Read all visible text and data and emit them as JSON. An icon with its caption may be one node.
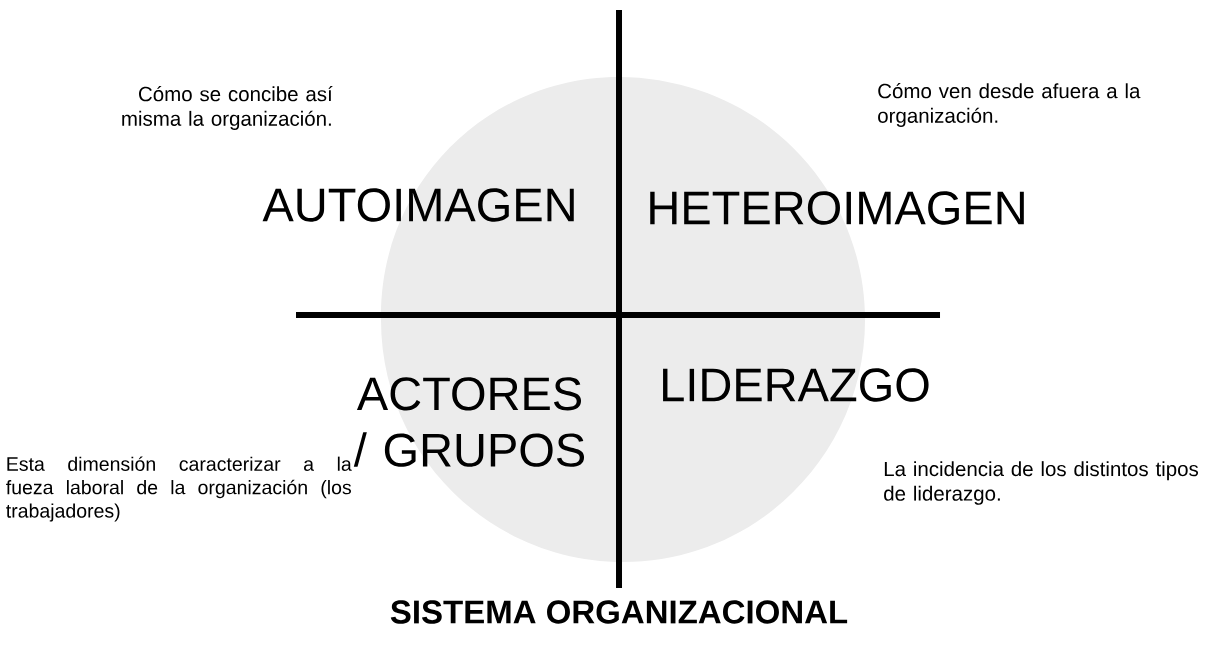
{
  "diagram": {
    "caption": "SISTEMA ORGANIZACIONAL",
    "labels": [
      "Cómo se concibe así misma la organización.",
      "Cómo ven desde afuera a la organización.",
      "AUTOIMAGEN",
      "HETEROIMAGEN",
      "ACTORES / GRUPOS",
      "LIDERAZGO",
      "Esta dimensión caracterizar a la fueza laboral de la organización (los trabajadores)",
      "La incidencia de los distintos tipos de liderazgo."
    ]
  }
}
